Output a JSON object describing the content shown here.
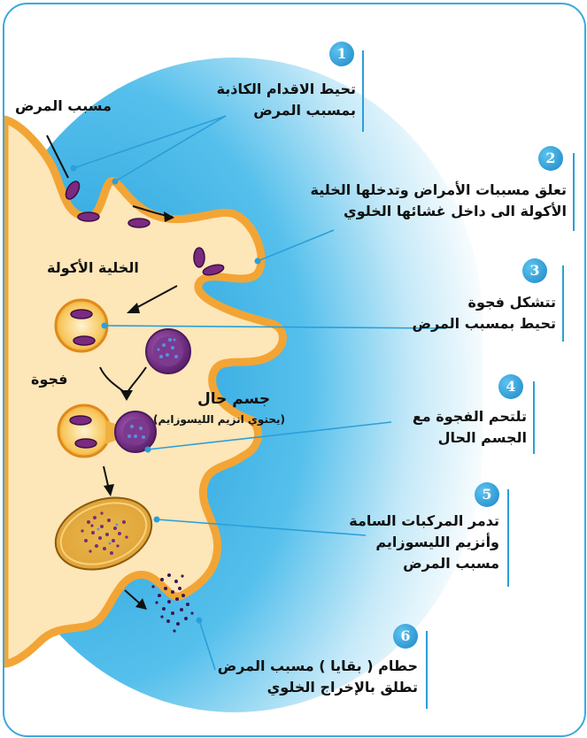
{
  "labels": {
    "pathogen": "مسبب المرض",
    "phagocyte": "الخلية الأكولة",
    "vacuole": "فجوة",
    "lysosome_title": "جسم حال",
    "lysosome_note": "(يحتوي انزيم الليسوزايم)"
  },
  "steps": [
    {
      "number": "1",
      "lines": [
        "تحيط الاقدام الكاذبة",
        "بمسبب المرض"
      ]
    },
    {
      "number": "2",
      "lines": [
        "تعلق مسببات الأمراض وتدخلها الخلية",
        "الأكولة الى داخل غشائها الخلوي"
      ]
    },
    {
      "number": "3",
      "lines": [
        "تتشكل فجوة",
        "تحيط بمسبب المرض"
      ]
    },
    {
      "number": "4",
      "lines": [
        "تلتحم الفجوة مع",
        "الجسم الحال"
      ]
    },
    {
      "number": "5",
      "lines": [
        "تدمر المركبات السامة",
        "وأنزيم الليسوزايم",
        "مسبب المرض"
      ]
    },
    {
      "number": "6",
      "lines": [
        "حطام ( بقايا ) مسبب المرض",
        "تطلق بالإخراج الخلوي"
      ]
    }
  ],
  "colors": {
    "cell_fill": "#fde6b8",
    "membrane": "#f2a535",
    "pathogen": "#7a2a7f",
    "lysosome": "#6b2b7c",
    "lysosome_dots": "#5a8fe0",
    "background_glow": "#35b1e6",
    "accent": "#2b9fd9"
  }
}
